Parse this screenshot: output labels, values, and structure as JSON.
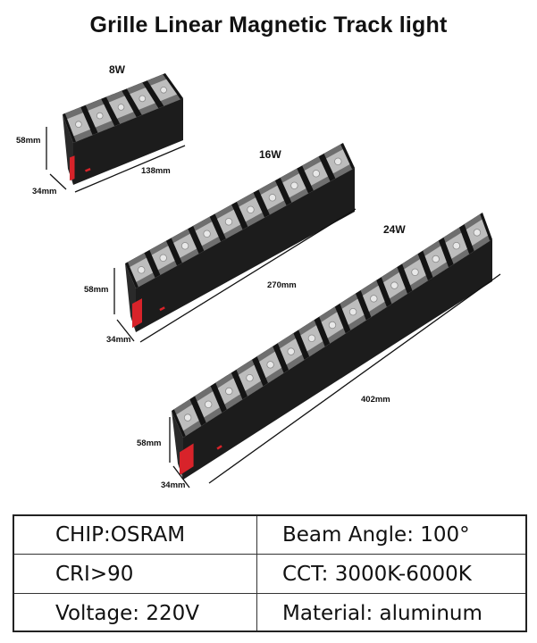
{
  "title": "Grille Linear Magnetic Track light",
  "products": [
    {
      "watt": "8W",
      "height": "58mm",
      "width": "34mm",
      "length": "138mm"
    },
    {
      "watt": "16W",
      "height": "58mm",
      "width": "34mm",
      "length": "270mm"
    },
    {
      "watt": "24W",
      "height": "58mm",
      "width": "34mm",
      "length": "402mm"
    }
  ],
  "specs": [
    {
      "left": "CHIP:OSRAM",
      "right": "Beam Angle: 100°"
    },
    {
      "left": "CRI>90",
      "right": "CCT: 3000K-6000K"
    },
    {
      "left": "Voltage: 220V",
      "right": "Material: aluminum"
    }
  ],
  "colors": {
    "body": "#1c1c1c",
    "accent": "#d8232a",
    "border": "#222222"
  }
}
